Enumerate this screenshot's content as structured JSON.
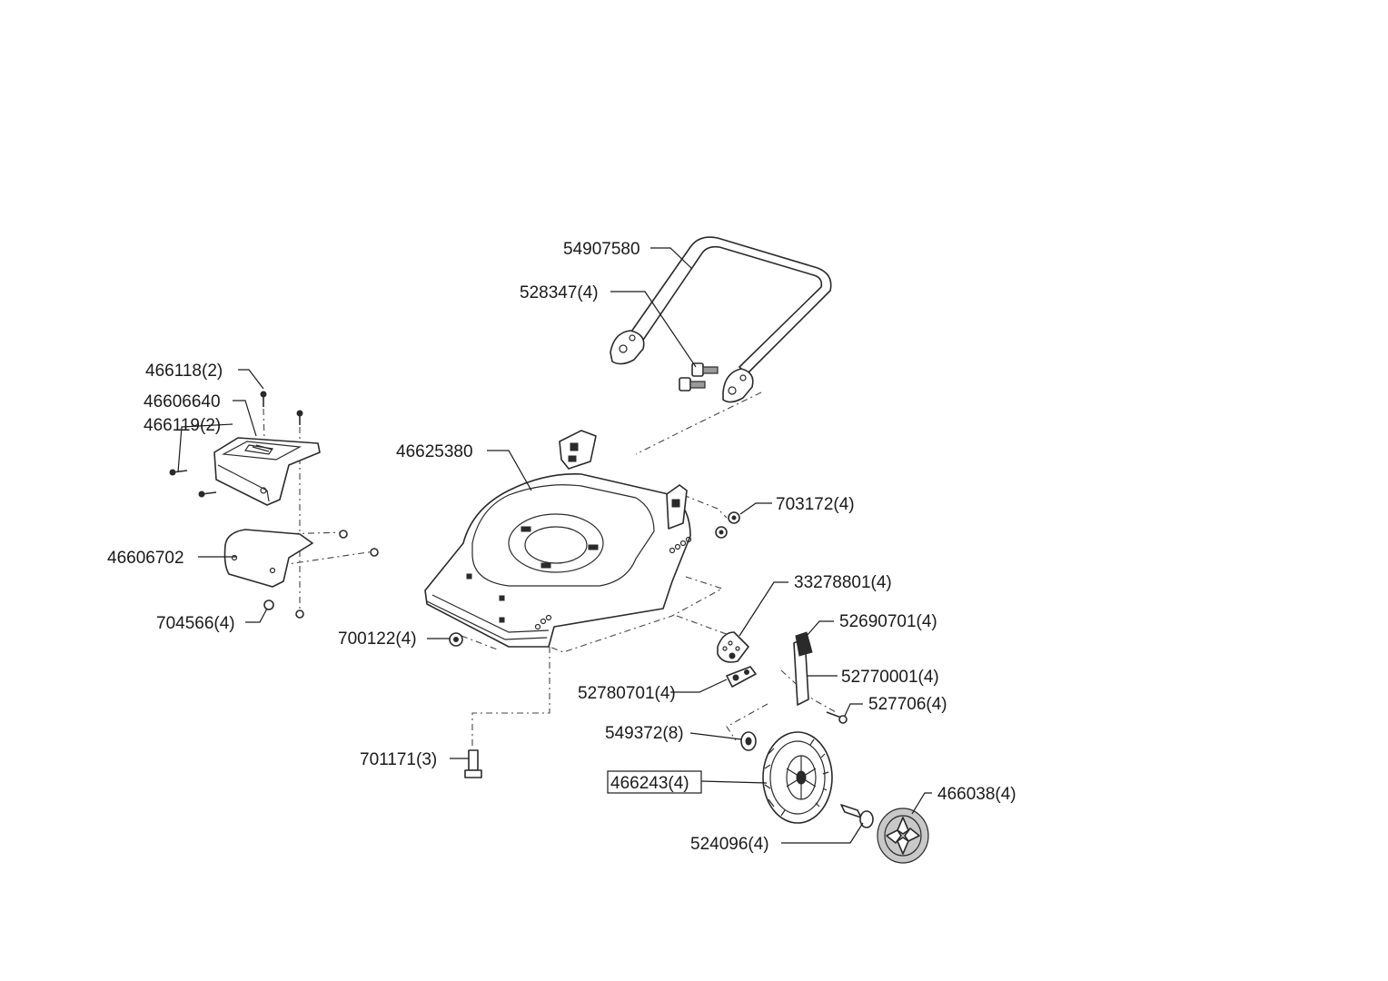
{
  "diagram": {
    "labels": {
      "handle": "54907580",
      "handle_bolt": "528347(4)",
      "screw_top": "466118(2)",
      "rear_cover": "46606640",
      "screw_side": "466119(2)",
      "deck": "46625380",
      "flap": "46606702",
      "nut_flap": "704566(4)",
      "nut_front": "700122(4)",
      "bolt_front": "701171(3)",
      "nut_handle": "703172(4)",
      "height_plate": "33278801(4)",
      "lever_knob": "52690701(4)",
      "lever": "52770001(4)",
      "bracket": "52780701(4)",
      "screw_lever": "527706(4)",
      "bearing": "549372(8)",
      "wheel": "466243(4)",
      "axle_bolt": "524096(4)",
      "hubcap": "466038(4)"
    }
  }
}
